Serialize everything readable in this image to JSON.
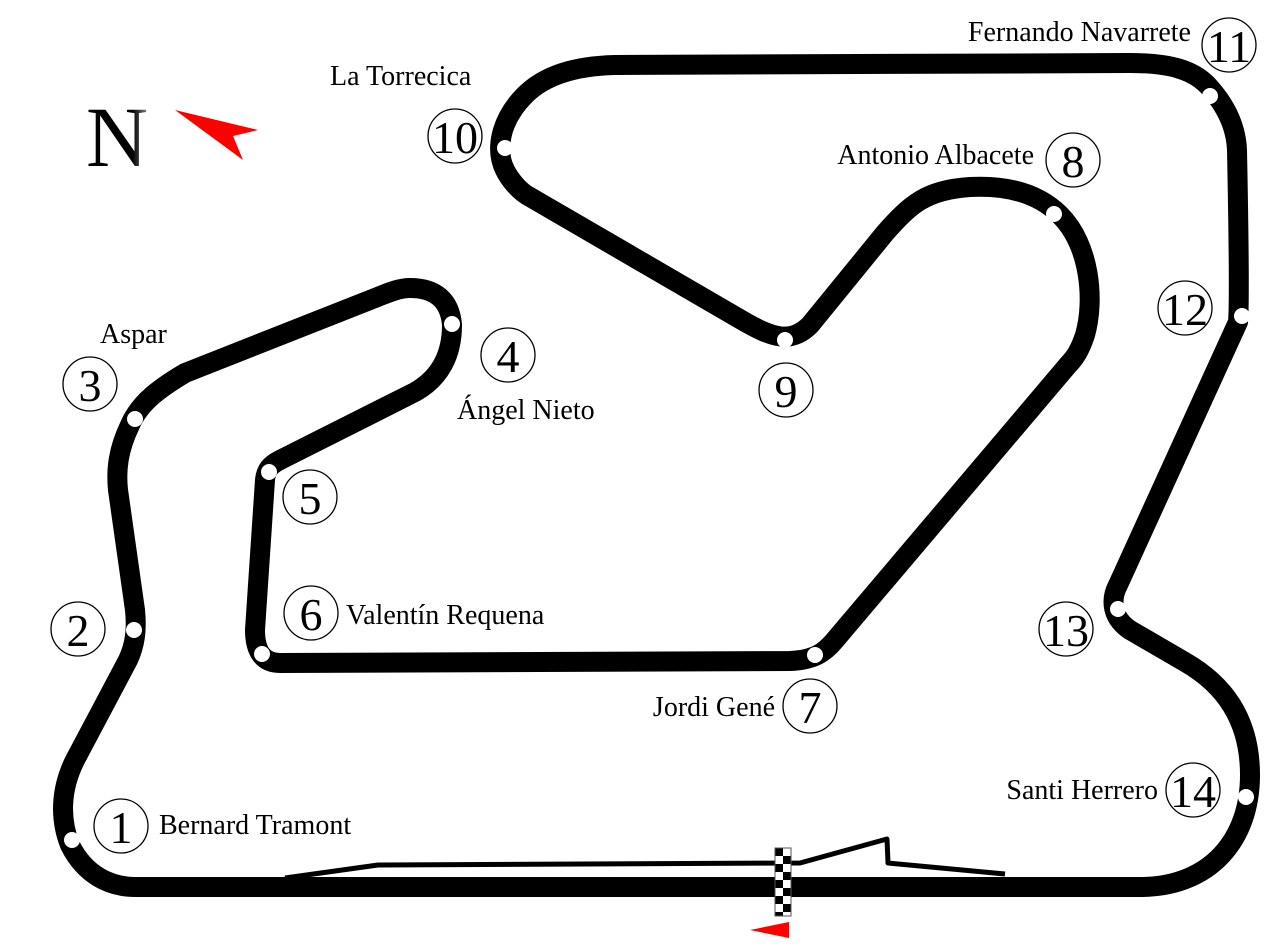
{
  "compass": {
    "label": "N",
    "arrow_color": "#ff0000"
  },
  "track_color": "#000000",
  "turns": [
    {
      "number": "1",
      "name": "Bernard Tramont"
    },
    {
      "number": "2",
      "name": ""
    },
    {
      "number": "3",
      "name": "Aspar"
    },
    {
      "number": "4",
      "name": "Ángel Nieto"
    },
    {
      "number": "5",
      "name": ""
    },
    {
      "number": "6",
      "name": "Valentín Requena"
    },
    {
      "number": "7",
      "name": "Jordi Gené"
    },
    {
      "number": "8",
      "name": "Antonio Albacete"
    },
    {
      "number": "9",
      "name": ""
    },
    {
      "number": "10",
      "name": "La Torrecica"
    },
    {
      "number": "11",
      "name": "Fernando Navarrete"
    },
    {
      "number": "12",
      "name": ""
    },
    {
      "number": "13",
      "name": ""
    },
    {
      "number": "14",
      "name": "Santi Herrero"
    }
  ]
}
